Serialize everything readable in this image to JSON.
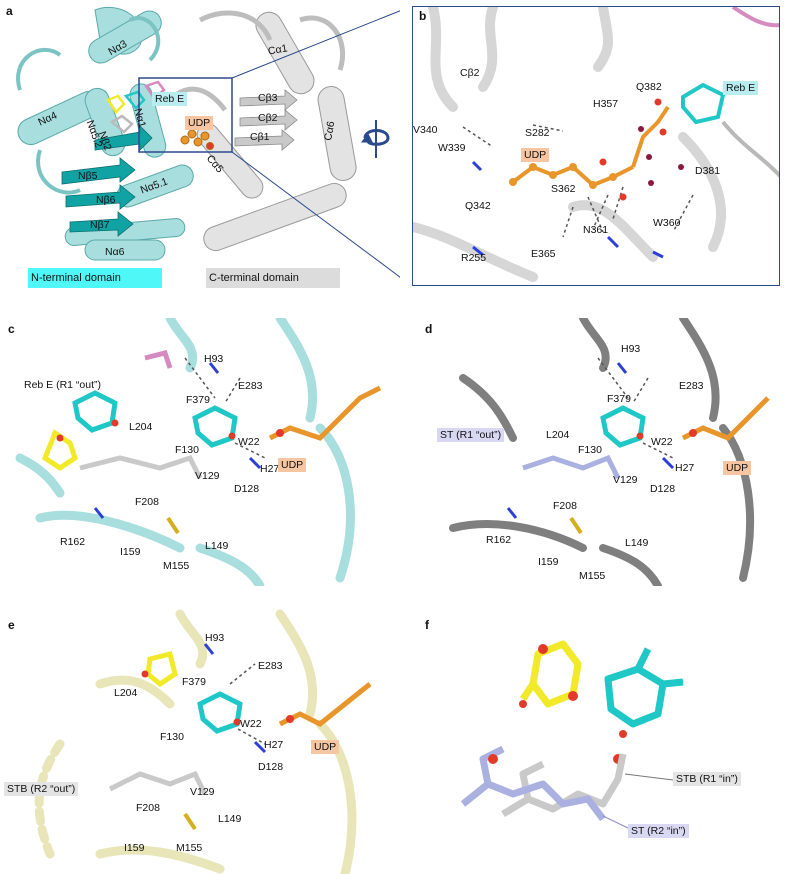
{
  "colors": {
    "cyan": "#1fc7c7",
    "cyan_light": "#a8dede",
    "teal": "#0f9a9a",
    "grey_light": "#d9d9d9",
    "grey_dark": "#7f7f7f",
    "yellow": "#f2e928",
    "orange": "#e8962c",
    "red": "#e23a2a",
    "pink": "#d58bbf",
    "blue_n": "#2c3fd8",
    "lavender": "#aab0e0",
    "beige": "#e8e6b8",
    "navy": "#2b4a8c",
    "udp_bg": "#f6c6a2",
    "rebe_bg": "#b8ecef",
    "nterm_bg": "#4ff7f7",
    "cterm_bg": "#dcdcdc",
    "st_bg": "#d8d8f2",
    "stb_bg": "#e4e4e4"
  },
  "panel_a": {
    "label": "a",
    "n_labels": [
      "Nα3",
      "Nα4",
      "Nα5.2",
      "Nβ2",
      "Nα1",
      "Nβ5",
      "Nβ6",
      "Nα5.1",
      "Nβ7",
      "Nα6"
    ],
    "c_labels": [
      "Cα1",
      "Cβ3",
      "Cβ2",
      "Cβ1",
      "Cα6",
      "Cα5"
    ],
    "ligand_reb_e": "Reb E",
    "ligand_udp": "UDP",
    "legend_n": "N-terminal domain",
    "legend_c": "C-terminal domain"
  },
  "panel_b": {
    "label": "b",
    "residues": [
      "Cβ2",
      "V340",
      "W339",
      "S282",
      "H357",
      "Q382",
      "D381",
      "S362",
      "Q342",
      "N361",
      "W360",
      "R255",
      "E365"
    ],
    "ligand_udp": "UDP",
    "ligand_reb_e": "Reb E"
  },
  "panel_c": {
    "label": "c",
    "ligand": "Reb E (R1 “out”)",
    "residues": [
      "H93",
      "E283",
      "F379",
      "L204",
      "W22",
      "F130",
      "H27",
      "V129",
      "D128",
      "F208",
      "R162",
      "I159",
      "L149",
      "M155"
    ],
    "udp": "UDP"
  },
  "panel_d": {
    "label": "d",
    "ligand": "ST (R1 “out”)",
    "residues": [
      "H93",
      "E283",
      "F379",
      "L204",
      "W22",
      "F130",
      "H27",
      "V129",
      "D128",
      "F208",
      "R162",
      "L149",
      "I159",
      "M155"
    ],
    "udp": "UDP"
  },
  "panel_e": {
    "label": "e",
    "ligand": "STB (R2 “out”)",
    "residues": [
      "H93",
      "E283",
      "F379",
      "L204",
      "W22",
      "F130",
      "H27",
      "D128",
      "V129",
      "F208",
      "L149",
      "I159",
      "M155"
    ],
    "udp": "UDP"
  },
  "panel_f": {
    "label": "f",
    "ligand_stb": "STB (R1 “in”)",
    "ligand_st": "ST (R2 “in”)"
  }
}
